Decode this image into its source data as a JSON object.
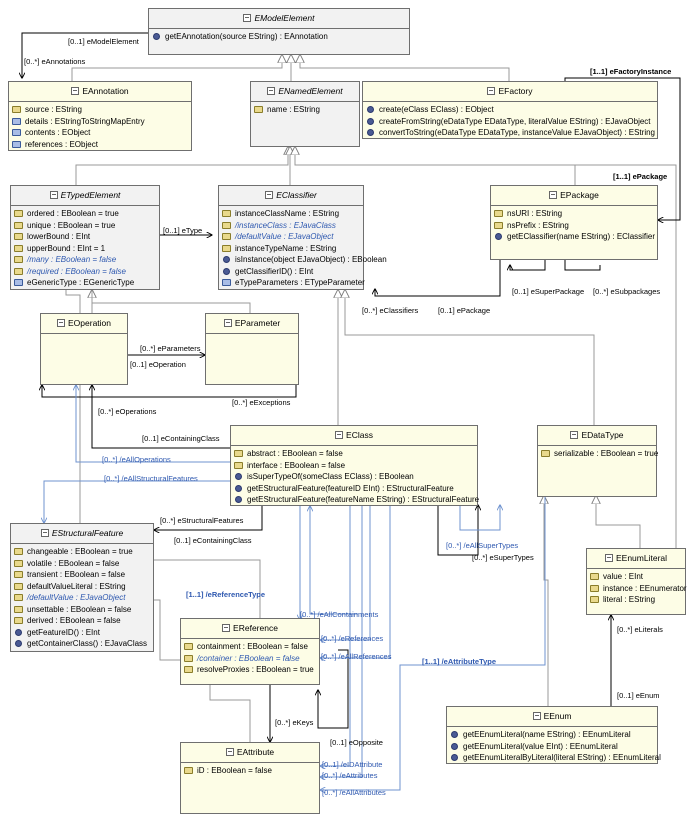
{
  "classes": {
    "emodelelement": {
      "name": "EModelElement",
      "ops": [
        "getEAnnotation(source EString) : EAnnotation"
      ]
    },
    "eannotation": {
      "name": "EAnnotation",
      "attrs": [
        "source : EString",
        "details : EStringToStringMapEntry",
        "contents : EObject",
        "references : EObject"
      ]
    },
    "enamedelement": {
      "name": "ENamedElement",
      "attrs": [
        "name : EString"
      ]
    },
    "efactory": {
      "name": "EFactory",
      "ops": [
        "create(eClass EClass) : EObject",
        "createFromString(eDataType EDataType, literalValue EString) : EJavaObject",
        "convertToString(eDataType EDataType, instanceValue EJavaObject) : EString"
      ]
    },
    "etypedelement": {
      "name": "ETypedElement",
      "attrs": [
        "ordered : EBoolean = true",
        "unique : EBoolean = true",
        "lowerBound : EInt",
        "upperBound : EInt = 1",
        "/many : EBoolean = false",
        "/required : EBoolean = false",
        "eGenericType : EGenericType"
      ]
    },
    "eclassifier": {
      "name": "EClassifier",
      "attrs": [
        "instanceClassName : EString",
        "/instanceClass : EJavaClass",
        "/defaultValue : EJavaObject",
        "instanceTypeName : EString"
      ],
      "ops": [
        "isInstance(object EJavaObject) : EBoolean",
        "getClassifierID() : EInt",
        "eTypeParameters : ETypeParameter"
      ]
    },
    "epackage": {
      "name": "EPackage",
      "attrs": [
        "nsURI : EString",
        "nsPrefix : EString"
      ],
      "ops": [
        "getEClassifier(name EString) : EClassifier"
      ]
    },
    "eoperation": {
      "name": "EOperation"
    },
    "eparameter": {
      "name": "EParameter"
    },
    "eclass": {
      "name": "EClass",
      "attrs": [
        "abstract : EBoolean = false",
        "interface : EBoolean = false"
      ],
      "ops": [
        "isSuperTypeOf(someClass EClass) : EBoolean",
        "getEStructuralFeature(featureID EInt) : EStructuralFeature",
        "getEStructuralFeature(featureName EString) : EStructuralFeature"
      ]
    },
    "edatatype": {
      "name": "EDataType",
      "attrs": [
        "serializable : EBoolean = true"
      ]
    },
    "estructuralfeature": {
      "name": "EStructuralFeature",
      "attrs": [
        "changeable : EBoolean = true",
        "volatile : EBoolean = false",
        "transient : EBoolean = false",
        "defaultValueLiteral : EString",
        "/defaultValue : EJavaObject",
        "unsettable : EBoolean = false",
        "derived : EBoolean = false"
      ],
      "ops": [
        "getFeatureID() : EInt",
        "getContainerClass() : EJavaClass"
      ]
    },
    "eenumliteral": {
      "name": "EEnumLiteral",
      "attrs": [
        "value : EInt",
        "instance : EEnumerator",
        "literal : EString"
      ]
    },
    "ereference": {
      "name": "EReference",
      "attrs": [
        "containment : EBoolean = false",
        "/container : EBoolean = false",
        "resolveProxies : EBoolean = true"
      ]
    },
    "eattribute": {
      "name": "EAttribute",
      "attrs": [
        "iD : EBoolean = false"
      ]
    },
    "eenum": {
      "name": "EEnum",
      "ops": [
        "getEEnumLiteral(name EString) : EEnumLiteral",
        "getEEnumLiteral(value EInt) : EEnumLiteral",
        "getEEnumLiteralByLiteral(literal EString) : EEnumLiteral"
      ]
    }
  },
  "labels": {
    "emodelelement_ref": "[0..1] eModelElement",
    "eannotations": "[0..*] eAnnotations",
    "efactoryinstance": "[1..1] eFactoryInstance",
    "epackage_from_classifier": "[1..1] ePackage",
    "etype": "[0..1] eType",
    "esuperpackage": "[0..1] eSuperPackage",
    "esubpackages": "[0..*] eSubpackages",
    "eclassifiers": "[0..*] eClassifiers",
    "epackage": "[0..1] ePackage",
    "eparameters": "[0..*] eParameters",
    "eoperation": "[0..1] eOperation",
    "eexceptions": "[0..*] eExceptions",
    "eoperations": "[0..*] eOperations",
    "econtainingclass_op": "[0..1] eContainingClass",
    "ealloperations": "[0..*] /eAllOperations",
    "eallstructuralfeatures": "[0..*] /eAllStructuralFeatures",
    "estructuralfeatures": "[0..*] eStructuralFeatures",
    "econtainingclass_sf": "[0..1] eContainingClass",
    "eallsupertypes": "[0..*] /eAllSuperTypes",
    "esupertypes": "[0..*] eSuperTypes",
    "ereferencetype": "[1..1] /eReferenceType",
    "eallcontainments": "[0..*] /eAllContainments",
    "ereferences": "[0..*] /eReferences",
    "eallreferences": "[0..*] /eAllReferences",
    "eattributetype": "[1..1] /eAttributeType",
    "eliterals": "[0..*] eLiterals",
    "eenum": "[0..1] eEnum",
    "ekeys": "[0..*] eKeys",
    "eopposite": "[0..1] eOpposite",
    "eidattribute": "[0..1] /eIDAttribute",
    "eattributes": "[0..*] /eAttributes",
    "eallattributes": "[0..*] /eAllAttributes"
  },
  "colors": {
    "class_fill": "#fdfde6",
    "abstract_fill": "#f2f2f2",
    "derived_text": "#2f59b0",
    "derived_line": "#6f93cf"
  }
}
